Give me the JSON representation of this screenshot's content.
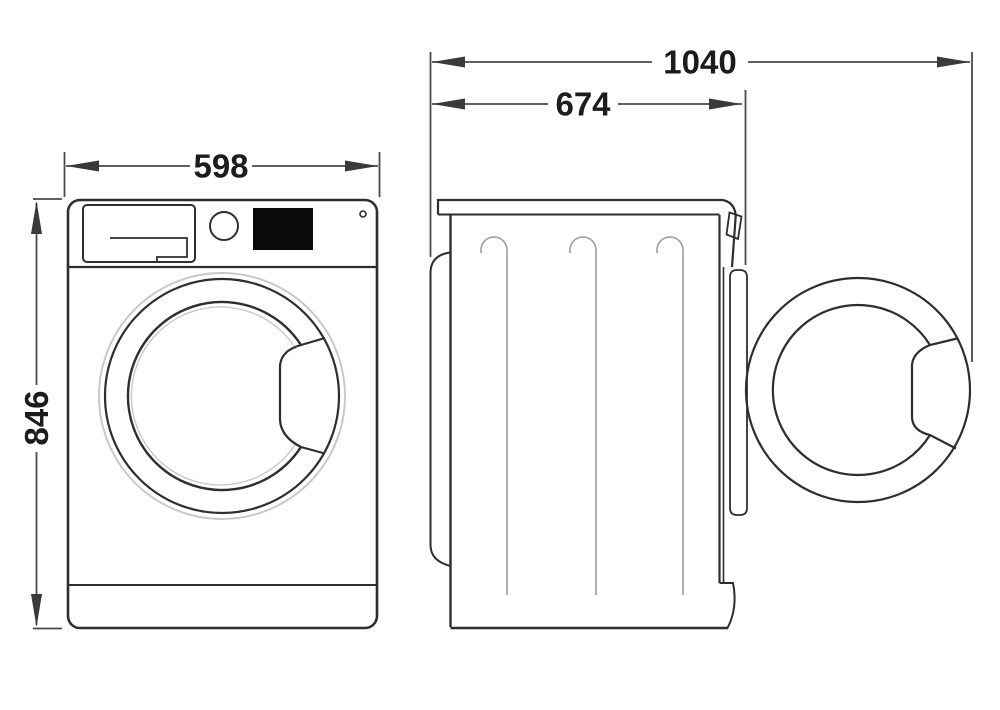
{
  "diagram": {
    "type": "technical-dimension-drawing",
    "subject": "washing-machine",
    "views": {
      "front": {
        "name": "front-view",
        "features": [
          "detergent-drawer",
          "program-knob",
          "display",
          "porthole-door",
          "plinth"
        ]
      },
      "side": {
        "name": "side-view",
        "features": [
          "top-lid",
          "back-bulge",
          "panel-grooves",
          "open-door"
        ]
      }
    },
    "dimensions": {
      "width": "598",
      "height": "846",
      "depth_with_door_open": "1040",
      "depth_body": "674"
    },
    "colors": {
      "background": "#ffffff",
      "outline": "#2e2e2e",
      "dimension_line": "#4a4a4a",
      "light_line": "#c9c9c9",
      "display_fill": "#0a0a0a"
    }
  }
}
